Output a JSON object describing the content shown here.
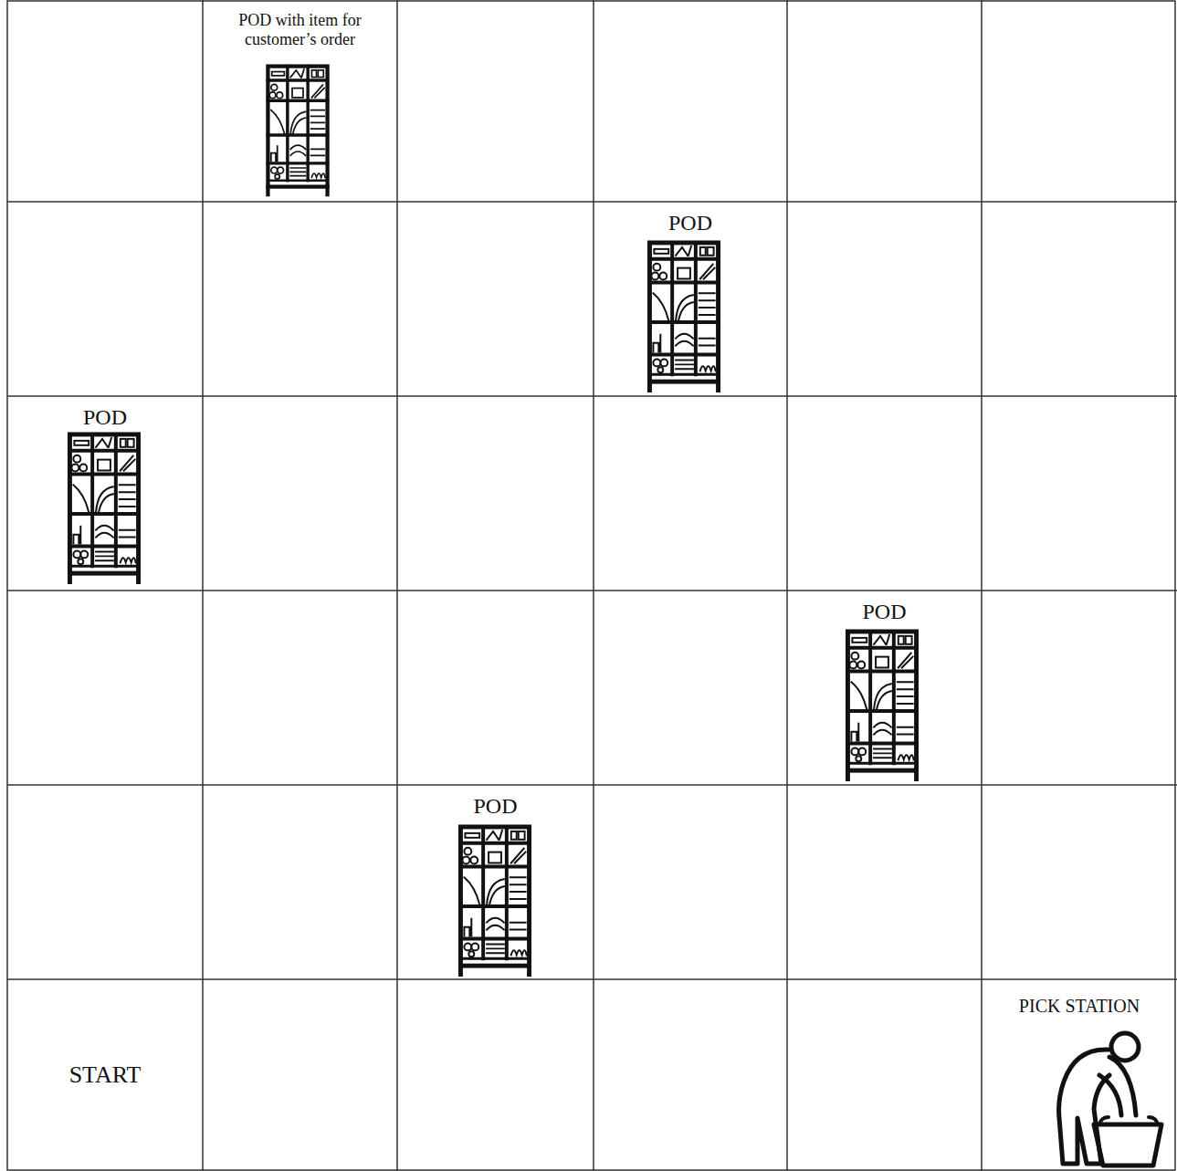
{
  "diagram": {
    "nodes": [
      {
        "text": [
          "POD with item for customer’s order"
        ]
      },
      {
        "text": [
          "POD"
        ]
      },
      {
        "text": [
          "POD"
        ]
      },
      {
        "text": [
          "POD"
        ]
      },
      {
        "text": [
          "POD"
        ]
      },
      {
        "text": [
          "START"
        ]
      },
      {
        "text": [
          "PICK STATION"
        ]
      }
    ]
  }
}
